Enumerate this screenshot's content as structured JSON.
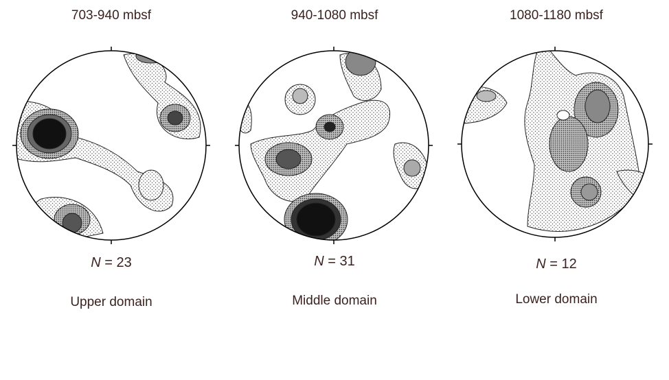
{
  "panels": [
    {
      "depth": "703-940 mbsf",
      "n_label": "N",
      "n_value": "= 23",
      "domain": "Upper domain"
    },
    {
      "depth": "940-1080 mbsf",
      "n_label": "N",
      "n_value": "= 31",
      "domain": "Middle domain"
    },
    {
      "depth": "1080-1180 mbsf",
      "n_label": "N",
      "n_value": "= 12",
      "domain": "Lower domain"
    }
  ]
}
